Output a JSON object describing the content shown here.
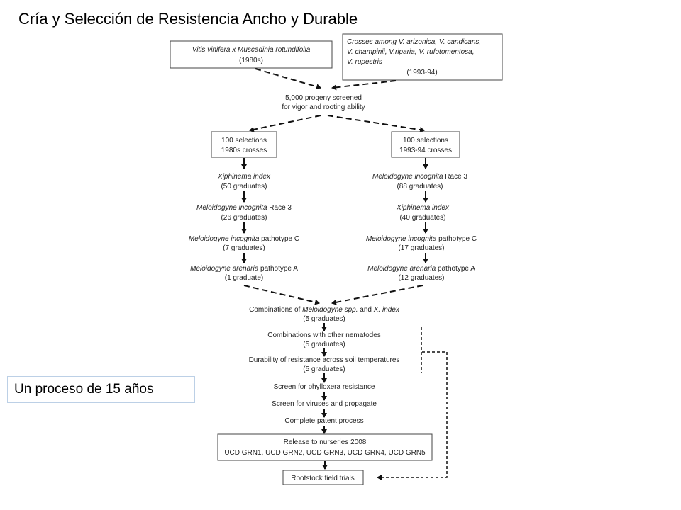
{
  "title": "Cría y Selección de Resistencia Ancho y Durable",
  "note": "Un proceso de 15 años",
  "flow": {
    "source_left": {
      "line1": "Vitis vinifera x Muscadinia rotundifolia",
      "line2": "(1980s)"
    },
    "source_right": {
      "line1": "Crosses among V. arizonica, V. candicans,",
      "line2": "V. champinii, V.riparia, V. rufotomentosa,",
      "line3": "V. rupestris",
      "line4": "(1993-94)"
    },
    "screen": {
      "line1": "5,000 progeny screened",
      "line2": "for vigor and rooting ability"
    },
    "left_branch": {
      "box": {
        "line1": "100 selections",
        "line2": "1980s crosses"
      },
      "step1": {
        "name": "Xiphinema index",
        "rest": "",
        "count": "(50 graduates)"
      },
      "step2": {
        "name": "Meloidogyne incognita",
        "rest": " Race 3",
        "count": "(26 graduates)"
      },
      "step3": {
        "name": "Meloidogyne incognita",
        "rest": " pathotype C",
        "count": "(7 graduates)"
      },
      "step4": {
        "name": "Meloidogyne arenaria",
        "rest": " pathotype A",
        "count": "(1 graduate)"
      }
    },
    "right_branch": {
      "box": {
        "line1": "100 selections",
        "line2": "1993-94 crosses"
      },
      "step1": {
        "name": "Meloidogyne incognita",
        "rest": " Race 3",
        "count": "(88 graduates)"
      },
      "step2": {
        "name": "Xiphinema index",
        "rest": "",
        "count": "(40 graduates)"
      },
      "step3": {
        "name": "Meloidogyne incognita",
        "rest": " pathotype C",
        "count": "(17 graduates)"
      },
      "step4": {
        "name": "Meloidogyne arenaria",
        "rest": " pathotype A",
        "count": "(12 graduates)"
      }
    },
    "combo": {
      "pre": "Combinations of ",
      "italic1": "Meloidogyne spp.",
      "mid": " and ",
      "italic2": "X. index",
      "count": "(5 graduates)"
    },
    "other": {
      "line1": "Combinations with other nematodes",
      "line2": "(5 graduates)"
    },
    "durability": {
      "line1": "Durability of resistance across soil temperatures",
      "line2": "(5 graduates)"
    },
    "phylloxera": "Screen for phylloxera resistance",
    "viruses": "Screen for viruses and propagate",
    "patent": "Complete patent process",
    "release": {
      "line1": "Release to nurseries 2008",
      "line2": "UCD GRN1, UCD GRN2, UCD GRN3, UCD GRN4, UCD GRN5"
    },
    "field": "Rootstock field trials"
  }
}
